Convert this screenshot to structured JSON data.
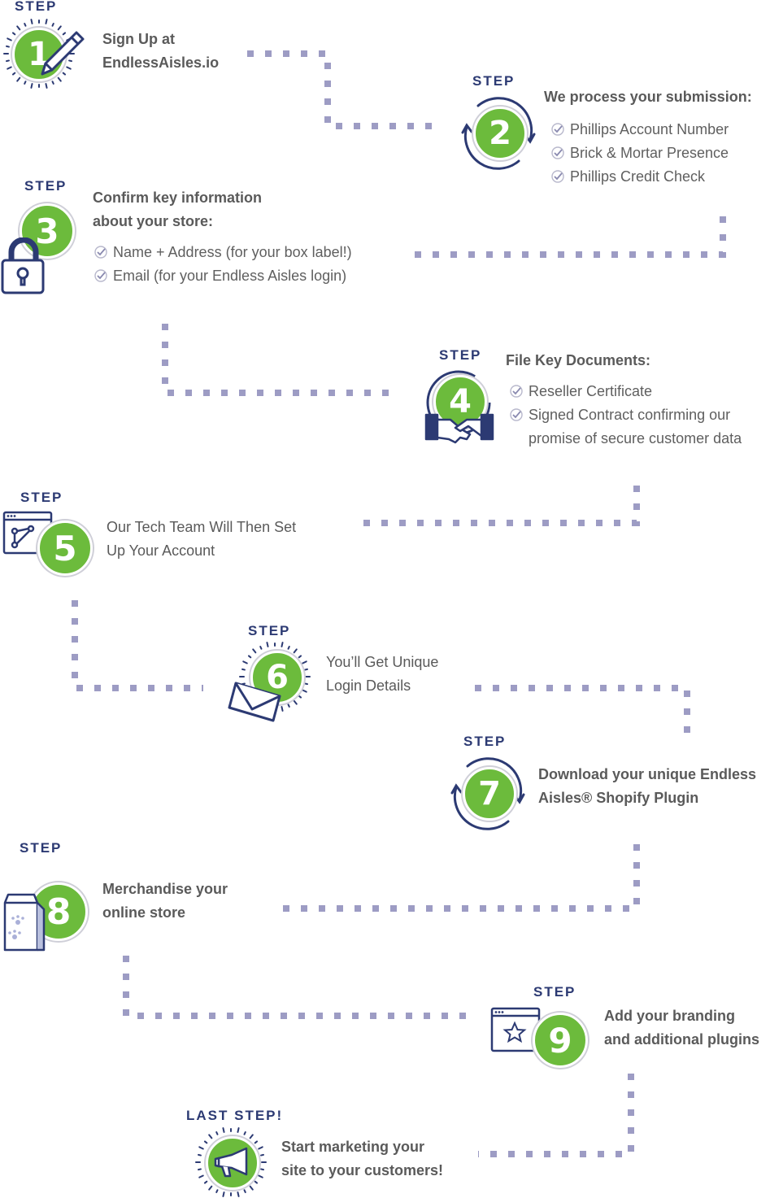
{
  "colors": {
    "accent_green": "#6cbb3c",
    "navy": "#2c3a73",
    "dots": "#9d9cc4",
    "text": "#5a5a5a"
  },
  "steps": [
    {
      "label": "STEP",
      "number": "1",
      "title_lines": [
        "Sign Up at",
        "EndlessAisles.io"
      ],
      "icon": "pencil-icon"
    },
    {
      "label": "STEP",
      "number": "2",
      "title_lines": [
        "We process your submission:"
      ],
      "items": [
        "Phillips Account Number",
        "Brick & Mortar Presence",
        "Phillips Credit Check"
      ],
      "icon": "cycle-arrows-icon"
    },
    {
      "label": "STEP",
      "number": "3",
      "title_lines": [
        "Confirm key information",
        "about your store:"
      ],
      "items": [
        "Name + Address (for your box label!)",
        "Email (for your Endless Aisles login)"
      ],
      "icon": "padlock-icon"
    },
    {
      "label": "STEP",
      "number": "4",
      "title_lines": [
        "File Key Documents:"
      ],
      "items": [
        "Reseller Certificate",
        "Signed Contract confirming our",
        "promise of secure customer data"
      ],
      "icon": "handshake-icon"
    },
    {
      "label": "STEP",
      "number": "5",
      "title_lines": [
        "Our Tech Team Will Then Set",
        "Up Your Account"
      ],
      "icon": "browser-network-icon"
    },
    {
      "label": "STEP",
      "number": "6",
      "title_lines": [
        "You’ll Get Unique",
        "Login Details"
      ],
      "icon": "envelope-icon"
    },
    {
      "label": "STEP",
      "number": "7",
      "title_lines": [
        "Download your unique Endless",
        "Aisles® Shopify Plugin"
      ],
      "icon": "cycle-arrows-icon"
    },
    {
      "label": "STEP",
      "number": "8",
      "title_lines": [
        "Merchandise your",
        "online store"
      ],
      "icon": "product-bag-icon"
    },
    {
      "label": "STEP",
      "number": "9",
      "title_lines": [
        "Add your branding",
        "and additional plugins"
      ],
      "icon": "browser-star-icon"
    },
    {
      "label": "LAST STEP!",
      "title_lines": [
        "Start marketing your",
        "site to your customers!"
      ],
      "icon": "megaphone-icon"
    }
  ]
}
